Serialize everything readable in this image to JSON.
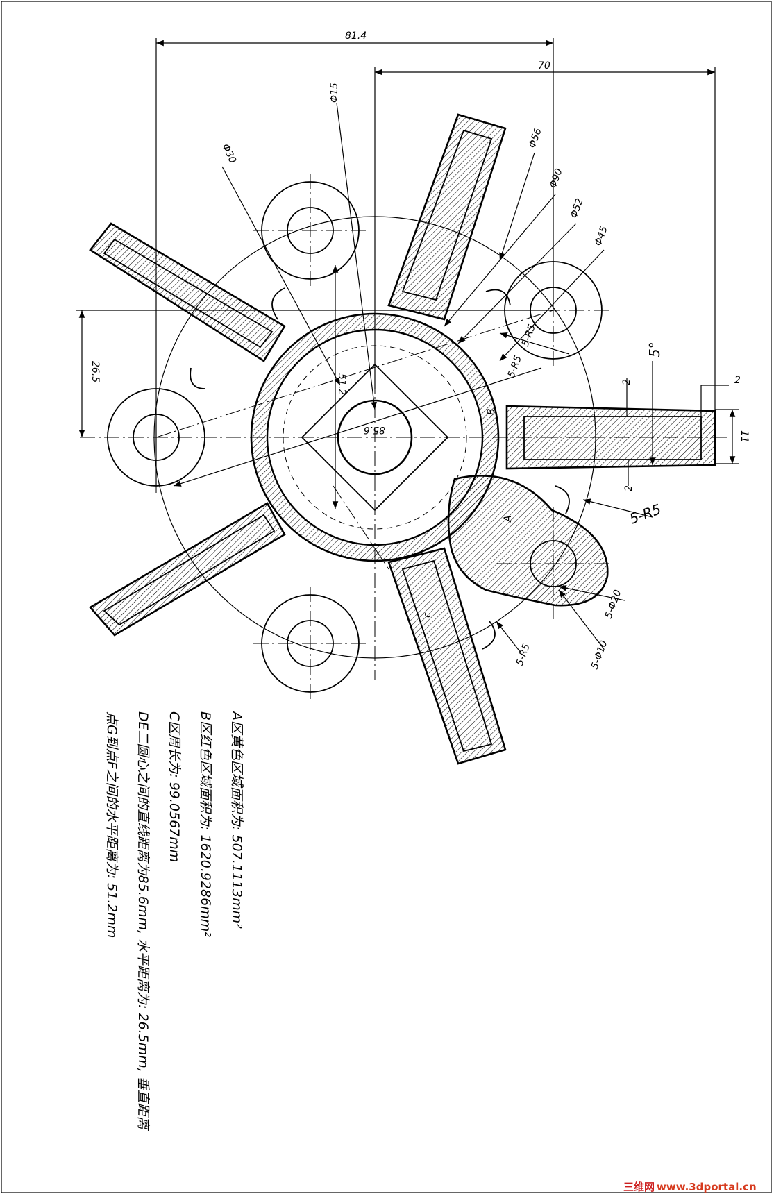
{
  "dimensions": {
    "width_81_4": "81.4",
    "width_70": "70",
    "dia_15": "Φ15",
    "dia_30": "Φ30",
    "dia_56": "Φ56",
    "dia_90": "Φ90",
    "dia_52": "Φ52",
    "dia_45": "Φ45",
    "height_26_5": "26.5",
    "square_51_2": "51.2",
    "dist_85_6": "85.6",
    "r5_a": "5-R5",
    "r5_b": "5-R5",
    "r5_c": "5-R5",
    "r5_d": "5-R5",
    "angle_5": "5°",
    "gap_2_top": "2",
    "gap_2_right": "2",
    "gap_2_bottom": "2",
    "height_11": "11",
    "dia_20": "5-Φ20",
    "dia_10": "5-Φ10"
  },
  "region_labels": {
    "a": "A",
    "b": "B",
    "c": "c"
  },
  "notes": [
    "A区黄色区域面积为: 507.1113mm²",
    "B区红色区域面积为: 1620.9286mm²",
    "C区周长为: 99.0567mm",
    "DE二圆心之间的直线距离为85.6mm, 水平距离为: 26.5mm, 垂直距离",
    "点G到点F之间的水平距离为: 51.2mm"
  ],
  "watermark": {
    "brand": "三维网",
    "url": "www.3dportal.cn",
    "brand_color": "#cc1f1f",
    "url_color": "#d63a1e"
  }
}
